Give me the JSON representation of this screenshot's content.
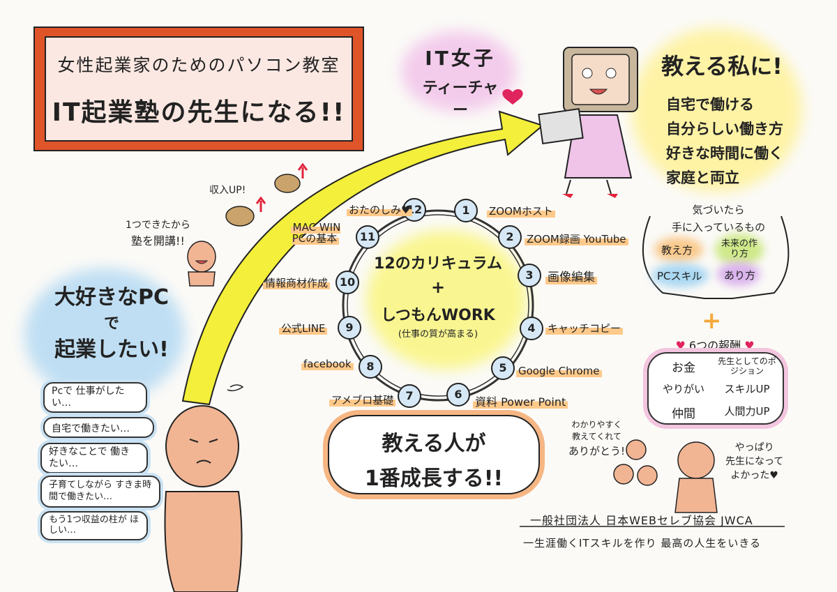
{
  "title": {
    "line1": "女性起業家のためのパソコン教室",
    "line2": "IT起業塾の先生になる!!"
  },
  "teacher_label": {
    "line1": "IT女子",
    "line2": "ティーチャー"
  },
  "teach_me": {
    "heading": "教える私に!",
    "items": [
      "自宅で働ける",
      "自分らしい働き方",
      "好きな時間に働く",
      "家庭と両立"
    ]
  },
  "income": {
    "text": "収入UP!"
  },
  "opened": {
    "line1": "1つできたから",
    "line2": "塾を開講!!"
  },
  "want": {
    "line1": "大好きなPC",
    "line2": "で",
    "line3": "起業したい!"
  },
  "wishes": [
    "Pcで 仕事がしたい…",
    "自宅で働きたい…",
    "好きなことで 働きたい…",
    "子育てしながら すきま時間で働きたい…",
    "もう1つ収益の柱が ほしい…"
  ],
  "curriculum": {
    "center_line1": "12のカリキュラム",
    "center_plus": "+",
    "center_line2": "しつもんWORK",
    "center_sub": "(仕事の質が高まる)",
    "items": [
      {
        "n": "1",
        "label": "ZOOMホスト"
      },
      {
        "n": "2",
        "label": "ZOOM録画 YouTube"
      },
      {
        "n": "3",
        "label": "画像編集"
      },
      {
        "n": "4",
        "label": "キャッチコピー"
      },
      {
        "n": "5",
        "label": "Google Chrome"
      },
      {
        "n": "6",
        "label": "資料 Power Point"
      },
      {
        "n": "7",
        "label": "アメブロ基礎"
      },
      {
        "n": "8",
        "label": "facebook"
      },
      {
        "n": "9",
        "label": "公式LINE"
      },
      {
        "n": "10",
        "label": "情報商材作成"
      },
      {
        "n": "11",
        "label": "MAC WIN PCの基本"
      },
      {
        "n": "12",
        "label": "おたのしみ♥"
      }
    ]
  },
  "growth": {
    "line1": "教える人が",
    "line2": "1番成長する!!"
  },
  "gained": {
    "heading_line1": "気づいたら",
    "heading_line2": "手に入っているもの",
    "items": [
      "教え方",
      "未来の作り方",
      "PCスキル",
      "あり方"
    ]
  },
  "plus": "+",
  "rewards": {
    "heading": "6つの報酬",
    "items": [
      "お金",
      "先生としてのポジション",
      "やりがい",
      "スキルUP",
      "仲間",
      "人間力UP"
    ]
  },
  "thanks": {
    "line1": "わかりやすく",
    "line2": "教えてくれて",
    "line3": "ありがとう!"
  },
  "glad": {
    "line1": "やっぱり",
    "line2": "先生になって",
    "line3": "よかった♥"
  },
  "footer": {
    "org": "一般社団法人 日本WEBセレブ協会 JWCA",
    "tagline": "一生涯働くITスキルを作り 最高の人生をいきる"
  }
}
